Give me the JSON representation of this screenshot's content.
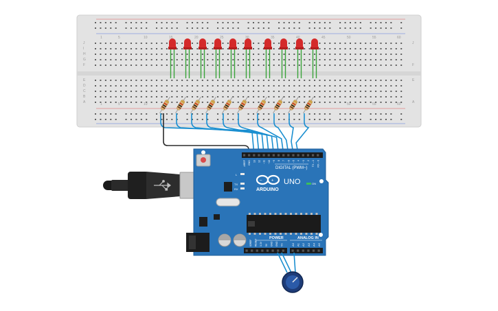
{
  "board": {
    "brand": "ARDUINO",
    "model": "UNO",
    "digital_header": "DIGITAL (PWM~)",
    "power_header": "POWER",
    "analog_header": "ANALOG IN",
    "on_label": "ON",
    "l_label": "L",
    "tx_label": "TX",
    "rx_label": "RX",
    "digital_pins": [
      "AREF",
      "GND",
      "13",
      "12",
      "~11",
      "~10",
      "~9",
      "8",
      "7",
      "~6",
      "~5",
      "4",
      "~3",
      "2",
      "TX→1",
      "RX←0"
    ],
    "power_pins": [
      "IOREF",
      "RESET",
      "3.3V",
      "5V",
      "GND",
      "GND",
      "Vin"
    ],
    "analog_pins": [
      "A0",
      "A1",
      "A2",
      "A3",
      "A4",
      "A5"
    ]
  },
  "breadboard": {
    "column_numbers": [
      "1",
      "5",
      "10",
      "15",
      "20",
      "25",
      "30",
      "35",
      "40",
      "45",
      "50",
      "55",
      "60"
    ],
    "row_letters_top": [
      "J",
      "I",
      "H",
      "G",
      "F"
    ],
    "row_letters_bottom": [
      "E",
      "D",
      "C",
      "B",
      "A"
    ]
  },
  "colors": {
    "breadboard": "#e6e6e6",
    "board": "#2a74b8",
    "led": "#d42a2a",
    "led_leg": "#3aa33a",
    "wire_signal": "#1b8fd0",
    "wire_ground": "#2b2b2b",
    "resistor": "#d9b074"
  },
  "components": {
    "led_count": 10,
    "resistor_count": 10,
    "potentiometer": "potentiometer",
    "usb": "usb-cable"
  }
}
